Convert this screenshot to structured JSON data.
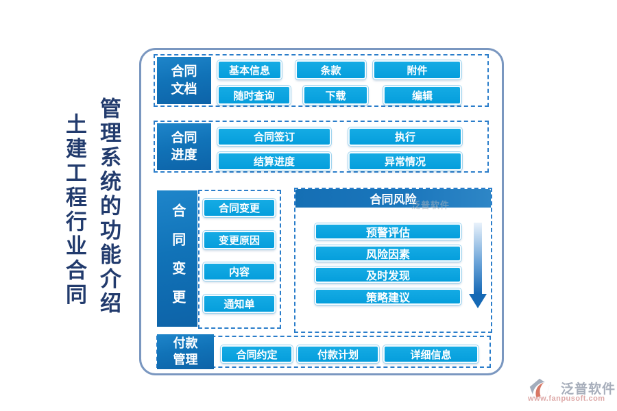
{
  "title": {
    "line_left": "土建工程行业合同",
    "line_right": "管理系统的功能介绍"
  },
  "sections": {
    "documents": {
      "label": "合同文档",
      "buttons": [
        "基本信息",
        "条款",
        "附件",
        "随时查询",
        "下载",
        "编辑"
      ]
    },
    "progress": {
      "label": "合同进度",
      "buttons": [
        "合同签订",
        "执行",
        "结算进度",
        "异常情况"
      ]
    },
    "changes": {
      "label": "合同变更",
      "buttons": [
        "合同变更",
        "变更原因",
        "内容",
        "通知单"
      ]
    },
    "payment": {
      "label": "付款管理",
      "buttons": [
        "合同约定",
        "付款计划",
        "详细信息"
      ]
    }
  },
  "risk_panel": {
    "title": "合同风险",
    "items": [
      "预警评估",
      "风险因素",
      "及时发现",
      "策略建议"
    ],
    "watermark": "泛普软件",
    "arrow_icon": "down-arrow"
  },
  "logo": {
    "company": "泛普软件",
    "website": "www.fanpusoft.com"
  },
  "colors": {
    "chip": "#08a1dd",
    "label_box": "#1173b8",
    "dashed_border": "#2a7dca",
    "outer_border": "#7a97c0",
    "risk_header": "#1a74ba",
    "title_text": "#223b6d",
    "arrow_gradient_top": "#ddebf7",
    "arrow_gradient_bottom": "#1266b4"
  }
}
